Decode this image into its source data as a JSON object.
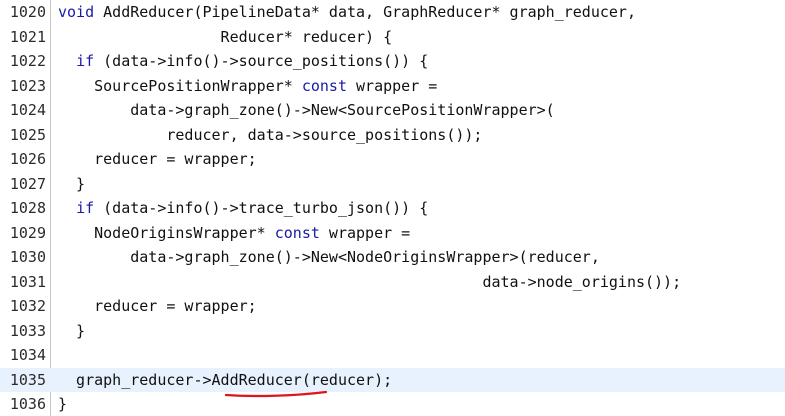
{
  "editor": {
    "lines": [
      {
        "num": "1020",
        "segments": [
          {
            "t": "void",
            "k": "kw"
          },
          {
            "t": " AddReducer(PipelineData* data, GraphReducer* graph_reducer,",
            "k": "tp"
          }
        ]
      },
      {
        "num": "1021",
        "segments": [
          {
            "t": "                  Reducer* reducer) {",
            "k": "tp"
          }
        ]
      },
      {
        "num": "1022",
        "segments": [
          {
            "t": "  ",
            "k": "tp"
          },
          {
            "t": "if",
            "k": "kw"
          },
          {
            "t": " (data->info()->source_positions()) {",
            "k": "tp"
          }
        ]
      },
      {
        "num": "1023",
        "segments": [
          {
            "t": "    SourcePositionWrapper* ",
            "k": "tp"
          },
          {
            "t": "const",
            "k": "kw"
          },
          {
            "t": " wrapper =",
            "k": "tp"
          }
        ]
      },
      {
        "num": "1024",
        "segments": [
          {
            "t": "        data->graph_zone()->New<SourcePositionWrapper>(",
            "k": "tp"
          }
        ]
      },
      {
        "num": "1025",
        "segments": [
          {
            "t": "            reducer, data->source_positions());",
            "k": "tp"
          }
        ]
      },
      {
        "num": "1026",
        "segments": [
          {
            "t": "    reducer = wrapper;",
            "k": "tp"
          }
        ]
      },
      {
        "num": "1027",
        "segments": [
          {
            "t": "  }",
            "k": "tp"
          }
        ]
      },
      {
        "num": "1028",
        "segments": [
          {
            "t": "  ",
            "k": "tp"
          },
          {
            "t": "if",
            "k": "kw"
          },
          {
            "t": " (data->info()->trace_turbo_json()) {",
            "k": "tp"
          }
        ]
      },
      {
        "num": "1029",
        "segments": [
          {
            "t": "    NodeOriginsWrapper* ",
            "k": "tp"
          },
          {
            "t": "const",
            "k": "kw"
          },
          {
            "t": " wrapper =",
            "k": "tp"
          }
        ]
      },
      {
        "num": "1030",
        "segments": [
          {
            "t": "        data->graph_zone()->New<NodeOriginsWrapper>(reducer,",
            "k": "tp"
          }
        ]
      },
      {
        "num": "1031",
        "segments": [
          {
            "t": "                                               data->node_origins());",
            "k": "tp"
          }
        ]
      },
      {
        "num": "1032",
        "segments": [
          {
            "t": "    reducer = wrapper;",
            "k": "tp"
          }
        ]
      },
      {
        "num": "1033",
        "segments": [
          {
            "t": "  }",
            "k": "tp"
          }
        ]
      },
      {
        "num": "1034",
        "segments": []
      },
      {
        "num": "1035",
        "segments": [
          {
            "t": "  graph_reducer->AddReducer(reducer);",
            "k": "tp"
          }
        ],
        "current": true
      },
      {
        "num": "1036",
        "segments": [
          {
            "t": "}",
            "k": "tp"
          }
        ]
      }
    ]
  },
  "colors": {
    "keyword": "#1a1aa6",
    "text": "#111111",
    "current_line_bg": "#e8f2fe",
    "annotation": "#e0141e"
  },
  "annotation": {
    "kind": "red-underline",
    "target_text": "AddReducer"
  }
}
